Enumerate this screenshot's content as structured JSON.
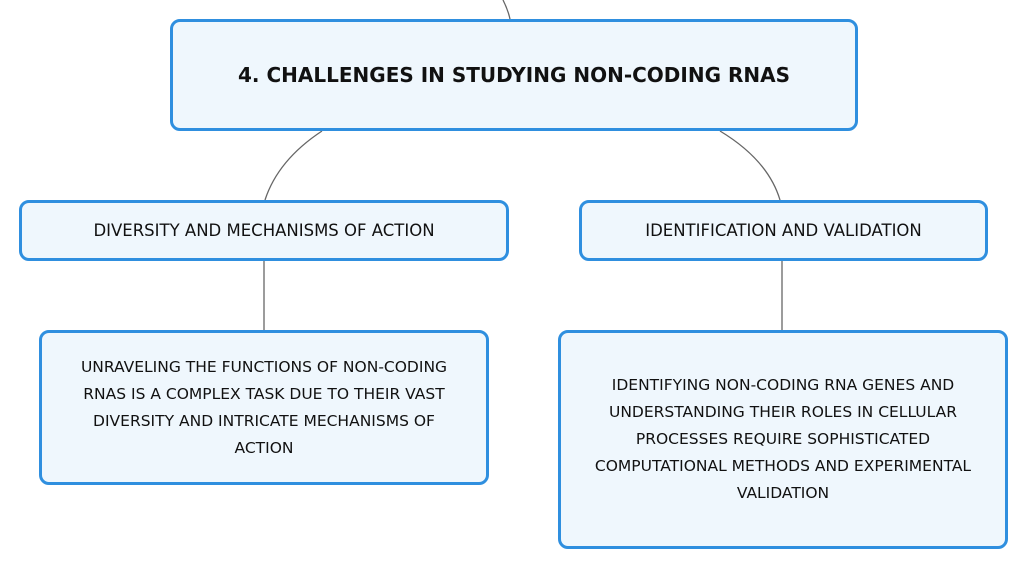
{
  "main": {
    "title": "4. CHALLENGES IN STUDYING NON-CODING RNAS"
  },
  "branches": [
    {
      "label": "DIVERSITY AND MECHANISMS OF ACTION",
      "detail": "UNRAVELING THE FUNCTIONS OF NON-CODING RNAS IS A COMPLEX TASK DUE TO THEIR VAST DIVERSITY AND INTRICATE MECHANISMS OF ACTION"
    },
    {
      "label": "IDENTIFICATION AND VALIDATION",
      "detail": "IDENTIFYING NON-CODING RNA GENES AND UNDERSTANDING THEIR ROLES IN CELLULAR PROCESSES REQUIRE SOPHISTICATED COMPUTATIONAL METHODS AND EXPERIMENTAL VALIDATION"
    }
  ],
  "colors": {
    "border": "#2f8fdf",
    "fill": "#eff7fd",
    "connector": "#666666"
  }
}
